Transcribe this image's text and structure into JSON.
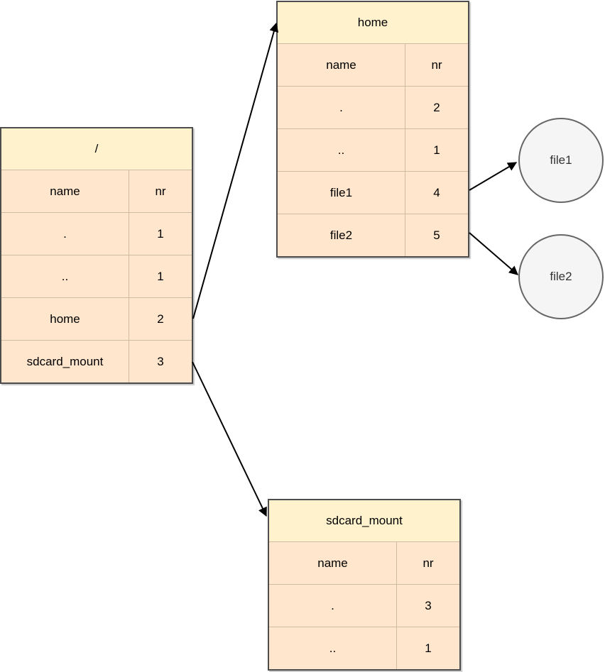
{
  "diagram": {
    "description": "Filesystem directory tables linked by arrows to subdirectory tables and file nodes",
    "colors": {
      "background": "#ffffff",
      "table_title_bg": "#fff2cc",
      "table_body_bg": "#ffe6cc",
      "table_outer_border": "#4d4d4d",
      "cell_divider": "#cdbca2",
      "circle_fill": "#f5f5f5",
      "circle_border": "#666666",
      "circle_text": "#333333",
      "arrow": "#000000"
    },
    "tables": {
      "root": {
        "title": "/",
        "columns": [
          "name",
          "nr"
        ],
        "rows": [
          {
            "name": ".",
            "nr": "1"
          },
          {
            "name": "..",
            "nr": "1"
          },
          {
            "name": "home",
            "nr": "2"
          },
          {
            "name": "sdcard_mount",
            "nr": "3"
          }
        ]
      },
      "home": {
        "title": "home",
        "columns": [
          "name",
          "nr"
        ],
        "rows": [
          {
            "name": ".",
            "nr": "2"
          },
          {
            "name": "..",
            "nr": "1"
          },
          {
            "name": "file1",
            "nr": "4"
          },
          {
            "name": "file2",
            "nr": "5"
          }
        ]
      },
      "sdcard": {
        "title": "sdcard_mount",
        "columns": [
          "name",
          "nr"
        ],
        "rows": [
          {
            "name": ".",
            "nr": "3"
          },
          {
            "name": "..",
            "nr": "1"
          }
        ]
      }
    },
    "circles": [
      {
        "label": "file1"
      },
      {
        "label": "file2"
      }
    ],
    "edges": [
      {
        "from": "root row home (nr 2)",
        "to": "home table"
      },
      {
        "from": "root row sdcard_mount (nr 3)",
        "to": "sdcard_mount table"
      },
      {
        "from": "home row file1 (nr 4)",
        "to": "file1 circle"
      },
      {
        "from": "home row file2 (nr 5)",
        "to": "file2 circle"
      }
    ]
  }
}
